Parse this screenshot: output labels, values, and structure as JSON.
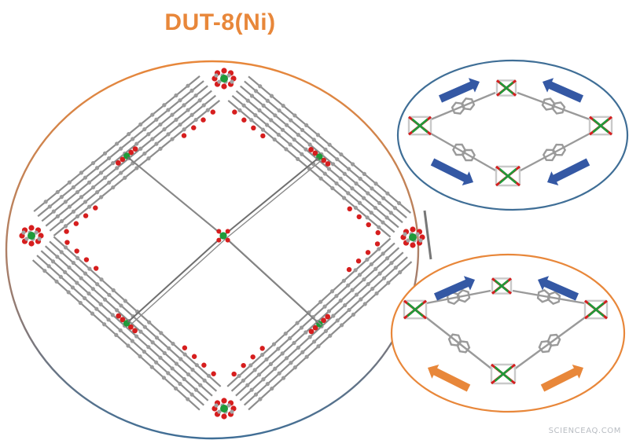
{
  "title": "DUT-8(Ni)",
  "watermark": "SCIENCEAQ.COM",
  "colors": {
    "title": "#e8873a",
    "ellipse_orange": "#e8873a",
    "ellipse_blue": "#3f6e96",
    "node_red": "#d61e1e",
    "node_green": "#1f9a3a",
    "linker_gray": "#8c8c8c",
    "arrow_blue": "#3458a4",
    "arrow_orange": "#e8873a"
  },
  "panels": {
    "top": {
      "border": "blue",
      "arrows": [
        "blue",
        "blue",
        "blue",
        "blue"
      ]
    },
    "bottom": {
      "border": "orange",
      "arrows": [
        "blue",
        "blue",
        "orange",
        "orange"
      ]
    }
  }
}
